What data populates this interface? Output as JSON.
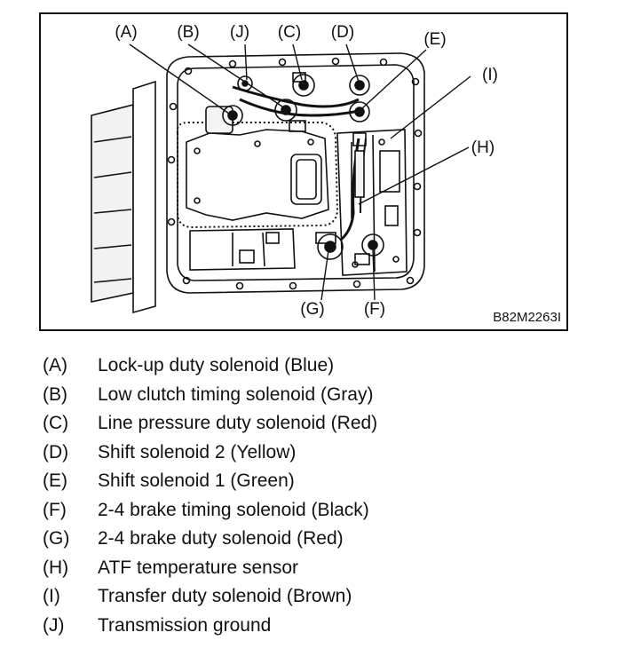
{
  "figure": {
    "code": "B82M2263I",
    "callouts": [
      {
        "key": "A",
        "text": "(A)"
      },
      {
        "key": "B",
        "text": "(B)"
      },
      {
        "key": "J",
        "text": "(J)"
      },
      {
        "key": "C",
        "text": "(C)"
      },
      {
        "key": "D",
        "text": "(D)"
      },
      {
        "key": "E",
        "text": "(E)"
      },
      {
        "key": "I",
        "text": "(I)"
      },
      {
        "key": "H",
        "text": "(H)"
      },
      {
        "key": "G",
        "text": "(G)"
      },
      {
        "key": "F",
        "text": "(F)"
      }
    ]
  },
  "legend": [
    {
      "key": "(A)",
      "text": "Lock-up duty solenoid (Blue)"
    },
    {
      "key": "(B)",
      "text": "Low clutch timing solenoid (Gray)"
    },
    {
      "key": "(C)",
      "text": "Line pressure duty solenoid (Red)"
    },
    {
      "key": "(D)",
      "text": "Shift solenoid 2 (Yellow)"
    },
    {
      "key": "(E)",
      "text": "Shift solenoid 1 (Green)"
    },
    {
      "key": "(F)",
      "text": "2-4 brake timing solenoid (Black)"
    },
    {
      "key": "(G)",
      "text": "2-4 brake duty solenoid (Red)"
    },
    {
      "key": "(H)",
      "text": "ATF temperature sensor"
    },
    {
      "key": "(I)",
      "text": "Transfer duty solenoid (Brown)"
    },
    {
      "key": "(J)",
      "text": "Transmission ground"
    }
  ]
}
